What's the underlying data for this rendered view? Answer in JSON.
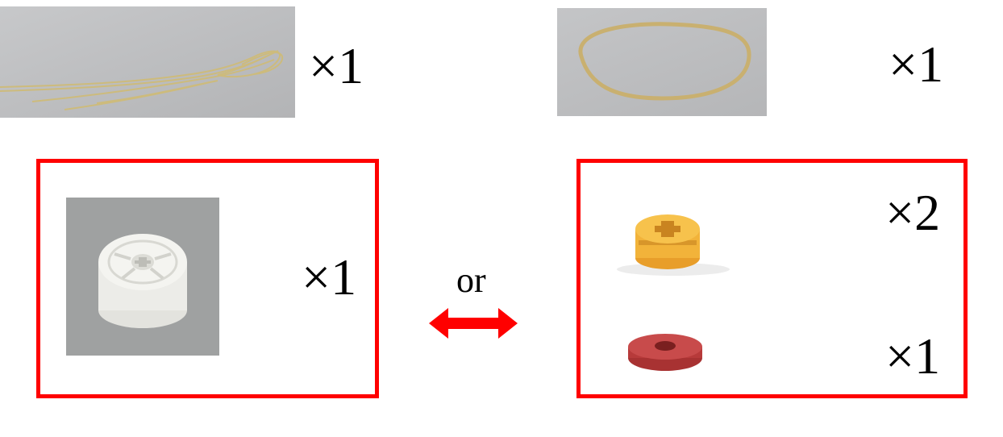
{
  "items": {
    "string": {
      "qty": "×1"
    },
    "rubber_band": {
      "qty": "×1"
    },
    "white_pulley": {
      "qty": "×1"
    },
    "yellow_bushing": {
      "qty": "×2"
    },
    "red_washer": {
      "qty": "×1"
    }
  },
  "connector": {
    "label": "or",
    "color": "#ff0000"
  },
  "colors": {
    "box_border": "#ff0000",
    "photo_bg_gray": "#b8b9bb",
    "string_color": "#c8b878",
    "band_color": "#c9b070",
    "pulley_color": "#f2f2ee",
    "bushing_color": "#f5b83c",
    "washer_color": "#c64545"
  }
}
